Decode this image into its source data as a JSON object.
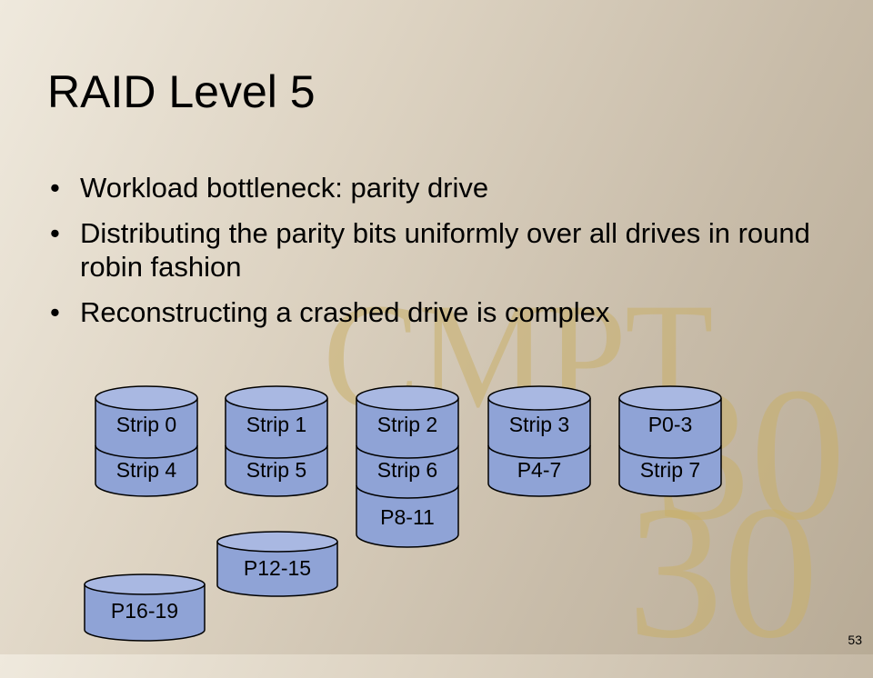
{
  "slide": {
    "title": "RAID Level 5",
    "bullets": [
      "Workload bottleneck: parity drive",
      "Distributing the parity bits uniformly over all drives in round robin fashion",
      "Reconstructing a crashed drive is complex"
    ],
    "bullet_glyph": "•",
    "watermark": {
      "word": "CMPT",
      "number": "30",
      "number_repeat": "30"
    },
    "page_number": "53",
    "colors": {
      "drive_fill": "#8fa3d6",
      "drive_top": "#a9b8e2",
      "drive_stroke": "#000000",
      "watermark": "#c9b06a"
    }
  },
  "drives": [
    {
      "top": "Strip 0",
      "bottom": "Strip 4"
    },
    {
      "top": "Strip 1",
      "bottom": "Strip 5"
    },
    {
      "top": "Strip 2",
      "bottom": "Strip 6",
      "extra": "P8-11"
    },
    {
      "top": "Strip 3",
      "bottom": "P4-7"
    },
    {
      "top": "P0-3",
      "bottom": "Strip 7"
    }
  ],
  "floating_blocks": [
    "P12-15",
    "P16-19"
  ]
}
